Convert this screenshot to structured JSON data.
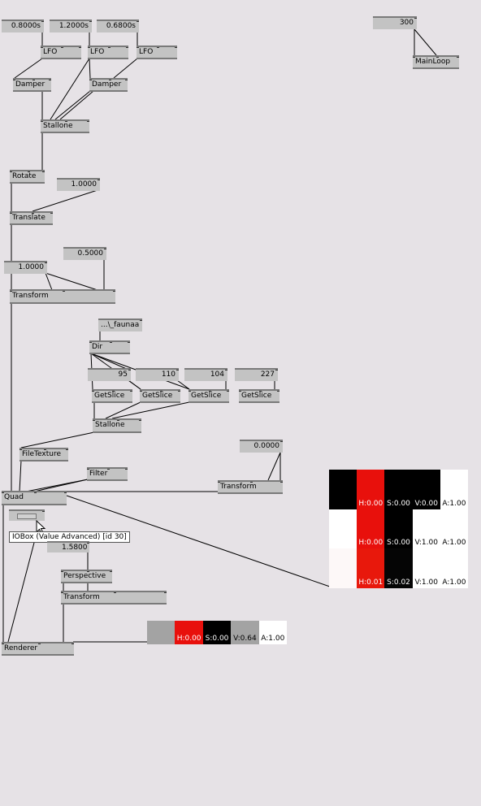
{
  "nodes": {
    "lfo1": "LFO",
    "lfo2": "LFO",
    "lfo3": "LFO",
    "damper1": "Damper",
    "damper2": "Damper",
    "stallone1": "Stallone",
    "rotate": "Rotate",
    "translate": "Translate",
    "transform1": "Transform",
    "dir": "Dir",
    "getslice1": "GetSlice",
    "getslice2": "GetSlice",
    "getslice3": "GetSlice",
    "getslice4": "GetSlice",
    "stallone2": "Stallone",
    "filetexture": "FileTexture",
    "filter": "Filter",
    "transform2": "Transform",
    "quad": "Quad",
    "perspective": "Perspective",
    "transform3": "Transform",
    "renderer": "Renderer",
    "mainloop": "MainLoop"
  },
  "ioboxes": {
    "period1": "0.8000s",
    "period2": "1.2000s",
    "period3": "0.6800s",
    "mainloop_fps": "300",
    "translate_value": "1.0000",
    "transform_a": "1.0000",
    "transform_b": "0.5000",
    "dir_path": "...\\_faunaa",
    "slice1": "95",
    "slice2": "110",
    "slice3": "104",
    "slice4": "227",
    "transform2_value": "0.0000",
    "perspective_value": "1.5800",
    "iobox_selected": ""
  },
  "tooltip": "IOBox (Value Advanced) [id 30]",
  "colorbox_large": {
    "rows": [
      {
        "h": "H:0.00",
        "s": "S:0.00",
        "v": "V:0.00",
        "a": "A:1.00"
      },
      {
        "h": "H:0.00",
        "s": "S:0.00",
        "v": "V:1.00",
        "a": "A:1.00"
      },
      {
        "h": "H:0.01",
        "s": "S:0.02",
        "v": "V:1.00",
        "a": "A:1.00"
      }
    ]
  },
  "colorbox_small": {
    "h": "H:0.00",
    "s": "S:0.00",
    "v": "V:0.64",
    "a": "A:1.00"
  },
  "colors": {
    "patch_bg": "#e6e2e6",
    "node_fill": "#c3c3c3",
    "node_border": "#7a7a7a",
    "hue_red": "#e8100c",
    "black": "#000000",
    "white": "#ffffff",
    "mid_gray": "#a3a3a3"
  }
}
